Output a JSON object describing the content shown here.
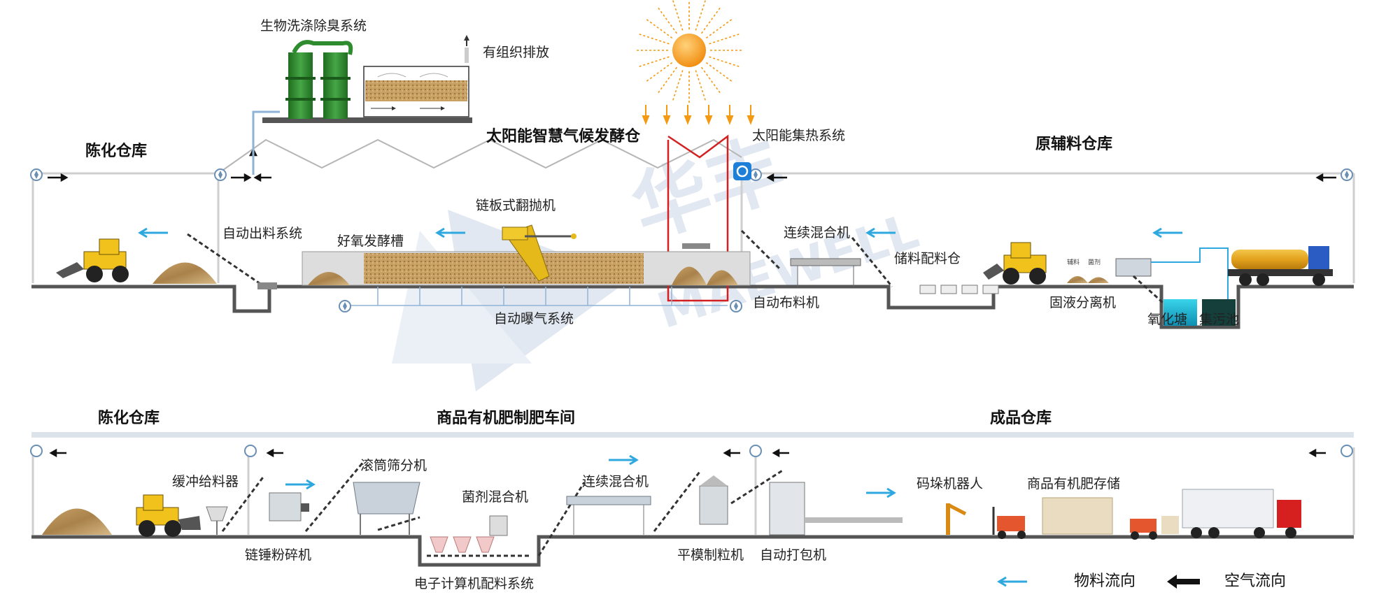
{
  "top": {
    "titles": {
      "left_warehouse": "陈化仓库",
      "center": "太阳能智慧气候发酵仓",
      "right_warehouse": "原辅料仓库"
    },
    "labels": {
      "bio_wash": "生物洗涤除臭系统",
      "exhaust": "有组织排放",
      "solar_heat": "太阳能集热系统",
      "turner": "链板式翻抛机",
      "auto_discharge": "自动出料系统",
      "aerobic_tank": "好氧发酵槽",
      "continuous_mixer": "连续混合机",
      "storage_bin": "储料配料仓",
      "aeration": "自动曝气系统",
      "auto_distribution": "自动布料机",
      "separator": "固液分离机",
      "oxidation_pond": "氧化塘",
      "sewage_pool": "集污池",
      "o2_badge": "O",
      "tiny_tag_1": "辅料",
      "tiny_tag_2": "菌剂"
    }
  },
  "bottom": {
    "titles": {
      "left_warehouse": "陈化仓库",
      "workshop": "商品有机肥制肥车间",
      "product_warehouse": "成品仓库"
    },
    "labels": {
      "buffer_feeder": "缓冲给料器",
      "drum_screen": "滚筒筛分机",
      "chain_crusher": "链锤粉碎机",
      "bacteria_mixer": "菌剂混合机",
      "continuous_mixer": "连续混合机",
      "computer_batching": "电子计算机配料系统",
      "flat_die_granulator": "平模制粒机",
      "auto_packing": "自动打包机",
      "palletizing_robot": "码垛机器人",
      "product_storage": "商品有机肥存储"
    }
  },
  "watermark": {
    "cn": "华丰",
    "en": "MAEWELL"
  },
  "legend": {
    "material_flow": "物料流向",
    "air_flow": "空气流向"
  },
  "colors": {
    "material_arrow": "#2fa8e0",
    "air_arrow": "#111111",
    "solar_frame": "#d42020",
    "sun": "#f39a12",
    "tower": "#2e8b2e",
    "watermark": "#c9d5e6"
  },
  "icons": [
    "fan-icon",
    "sun-icon",
    "o2-icon",
    "loader-icon",
    "tanker-truck-icon",
    "forklift-icon",
    "container-truck-icon",
    "palletizing-robot-icon"
  ]
}
